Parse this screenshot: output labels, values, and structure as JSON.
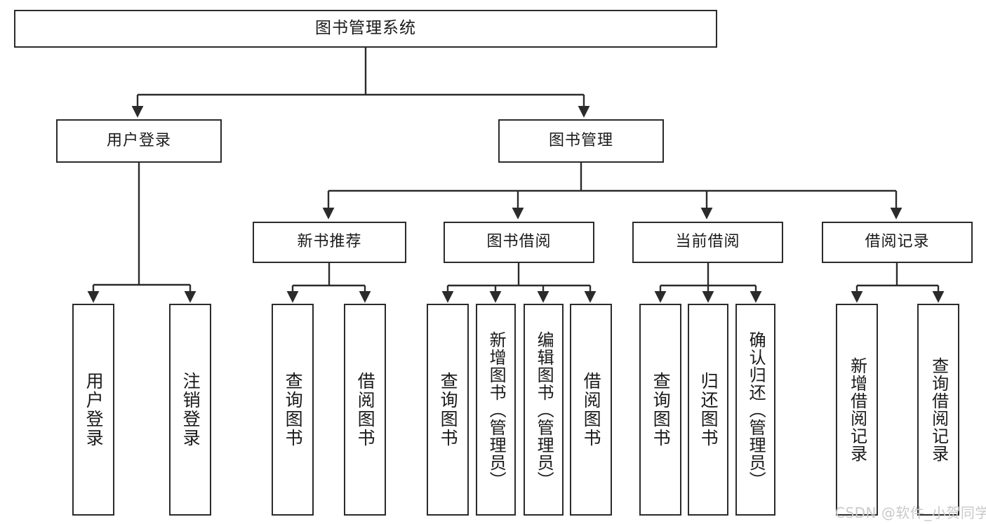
{
  "diagram": {
    "title": "图书管理系统",
    "type": "tree-hierarchy-functional-decomposition",
    "background_color": "#ffffff",
    "line_color": "#2b2b2b",
    "text_color": "#1a1a1a"
  },
  "nodes": {
    "root": {
      "label": "图书管理系统"
    },
    "level2": [
      {
        "id": "user-login",
        "label": "用户登录"
      },
      {
        "id": "book-manage",
        "label": "图书管理"
      }
    ],
    "level3": [
      {
        "id": "new-book-recommend",
        "label": "新书推荐"
      },
      {
        "id": "book-borrow",
        "label": "图书借阅"
      },
      {
        "id": "current-borrow",
        "label": "当前借阅"
      },
      {
        "id": "borrow-record",
        "label": "借阅记录"
      }
    ],
    "leaves": [
      {
        "id": "leaf-user-login",
        "label": "用户登录",
        "parent": "user-login"
      },
      {
        "id": "leaf-logout-login",
        "label": "注销登录",
        "parent": "user-login"
      },
      {
        "id": "leaf-query-book-1",
        "label": "查询图书",
        "parent": "new-book-recommend"
      },
      {
        "id": "leaf-borrow-book-1",
        "label": "借阅图书",
        "parent": "new-book-recommend"
      },
      {
        "id": "leaf-query-book-2",
        "label": "查询图书",
        "parent": "book-borrow"
      },
      {
        "id": "leaf-add-book",
        "label": "新增图书（管理员）",
        "parent": "book-borrow"
      },
      {
        "id": "leaf-edit-book",
        "label": "编辑图书（管理员）",
        "parent": "book-borrow"
      },
      {
        "id": "leaf-borrow-book-2",
        "label": "借阅图书",
        "parent": "book-borrow"
      },
      {
        "id": "leaf-query-book-3",
        "label": "查询图书",
        "parent": "current-borrow"
      },
      {
        "id": "leaf-return-book",
        "label": "归还图书",
        "parent": "current-borrow"
      },
      {
        "id": "leaf-confirm-return",
        "label": "确认归还（管理员）",
        "parent": "current-borrow"
      },
      {
        "id": "leaf-add-record",
        "label": "新增借阅记录",
        "parent": "borrow-record"
      },
      {
        "id": "leaf-query-record",
        "label": "查询借阅记录",
        "parent": "borrow-record"
      }
    ]
  },
  "watermark": {
    "text": "CSDN @软件_小贺同学"
  }
}
